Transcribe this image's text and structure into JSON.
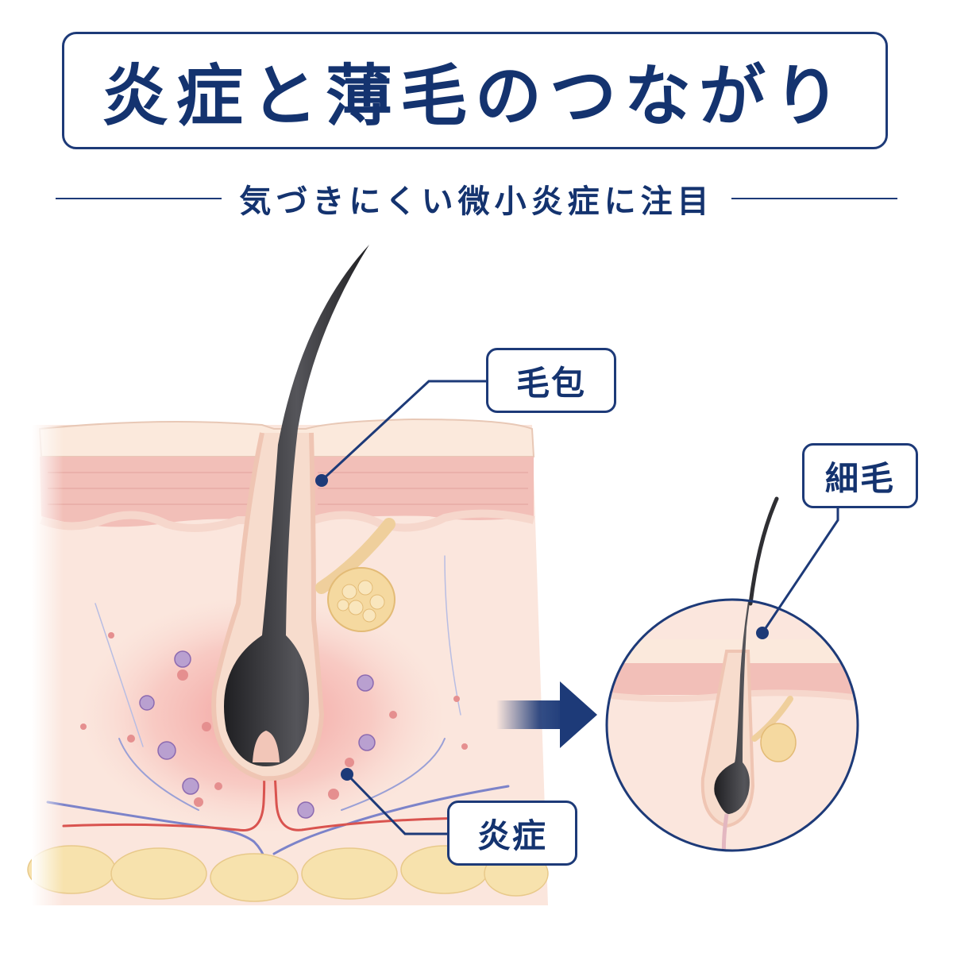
{
  "title": "炎症と薄毛のつながり",
  "subtitle": "気づきにくい微小炎症に注目",
  "labels": {
    "follicle": "毛包",
    "inflammation": "炎症",
    "thin_hair": "細毛"
  },
  "colors": {
    "navy": "#1d3a78",
    "hair": "#2f2f33",
    "epidermis": "#f4c9c4",
    "dermis": "#fbe5dc",
    "fat": "#f7dfa6",
    "inflammation": "#f19a9a",
    "vein": "#7c83c9",
    "artery": "#d9534f"
  },
  "icons": [
    "arrow-right-icon",
    "pointer-dot-icon",
    "immune-cell-icon"
  ]
}
